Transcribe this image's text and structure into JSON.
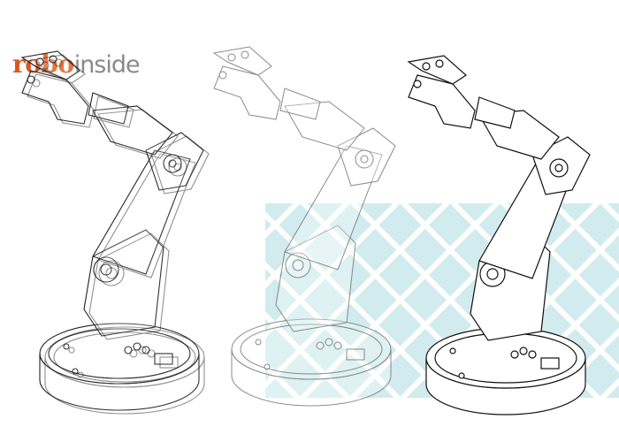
{
  "logo": {
    "part1": "robo",
    "part2": "inside",
    "brand_color": "#d9571a",
    "secondary_color": "#8a8a8a"
  },
  "illustration": {
    "variants": [
      "transparent-wireframe",
      "translucent",
      "solid-outline"
    ],
    "pattern_color": "#bfe3e8"
  }
}
